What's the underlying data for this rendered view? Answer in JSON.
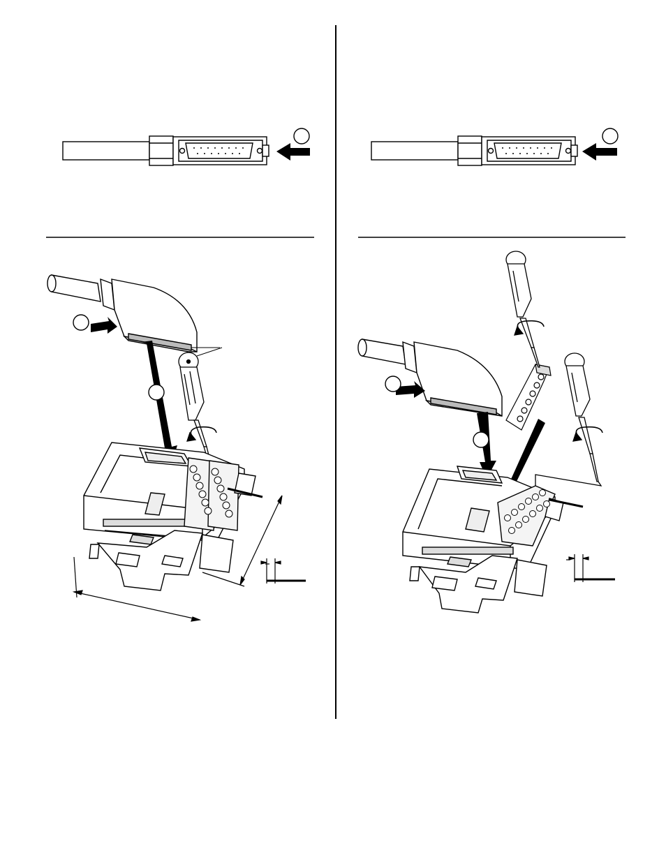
{
  "figure": {
    "description_visible_text": "",
    "panels": [
      {
        "id": "top-left",
        "callout_labels": [
          ""
        ]
      },
      {
        "id": "top-right",
        "callout_labels": [
          ""
        ]
      },
      {
        "id": "bottom-left",
        "callout_labels": [
          "",
          ""
        ]
      },
      {
        "id": "bottom-right",
        "callout_labels": [
          "",
          ""
        ]
      }
    ]
  },
  "colors": {
    "ink": "#000000",
    "paper": "#ffffff",
    "shade": "#e6e6e6",
    "mid_shade": "#bdbdbd"
  },
  "icons": [
    "arrow-icon",
    "screwdriver-icon",
    "connector-icon",
    "terminal-block-icon",
    "din-rail-icon"
  ]
}
